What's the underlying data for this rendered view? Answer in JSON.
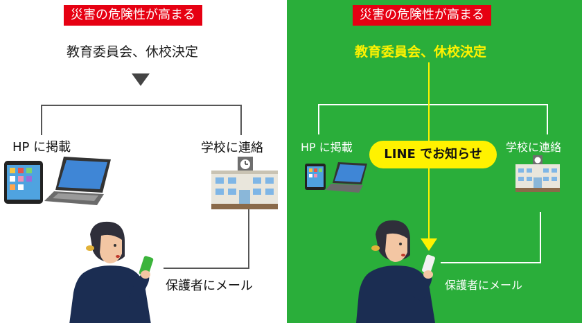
{
  "left_panel": {
    "banner": "災害の危険性が高まる",
    "decision": "教育委員会、休校決定",
    "hp_label": "HP に掲載",
    "school_label": "学校に連絡",
    "mail_label": "保護者にメール"
  },
  "right_panel": {
    "banner": "災害の危険性が高まる",
    "decision": "教育委員会、休校決定",
    "hp_label": "HP に掲載",
    "school_label": "学校に連絡",
    "line_label": "LINE でお知らせ",
    "mail_label": "保護者にメール"
  },
  "colors": {
    "banner_red": "#e60012",
    "panel_green": "#2aae3a",
    "highlight_yellow": "#fff200",
    "line_gray": "#555555"
  }
}
